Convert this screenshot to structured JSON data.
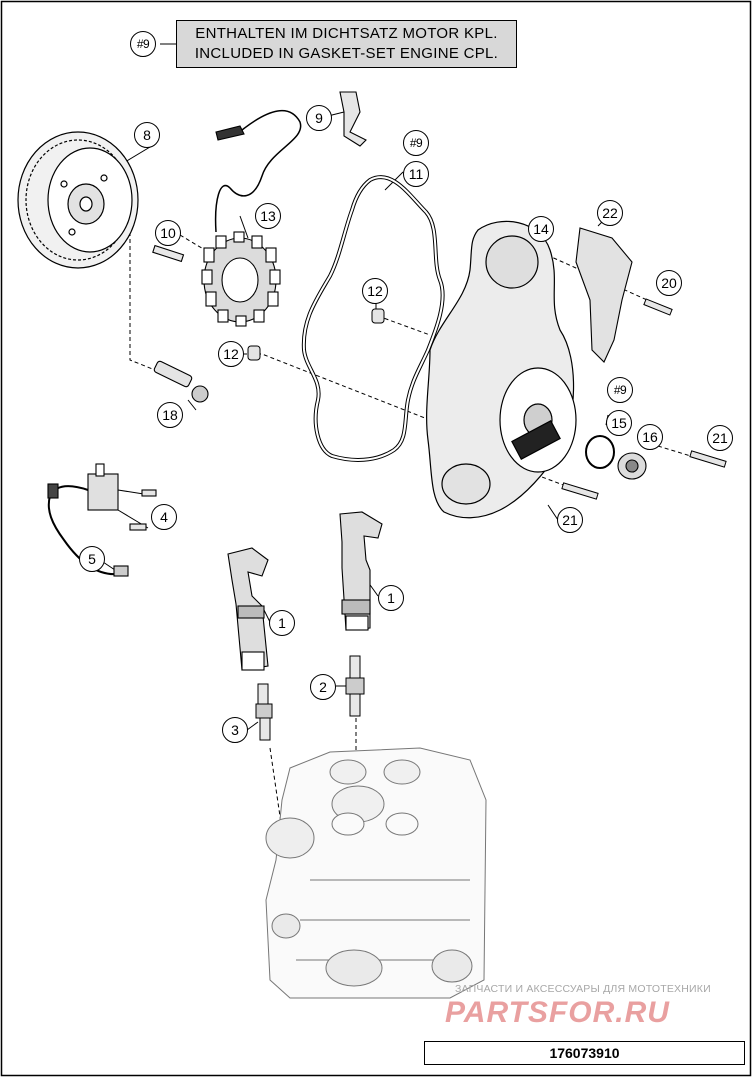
{
  "header_note": {
    "ref": "#9",
    "line1": "ENTHALTEN IM DICHTSATZ MOTOR KPL.",
    "line2": "INCLUDED IN GASKET-SET ENGINE CPL."
  },
  "callouts": {
    "c8": "8",
    "c9": "9",
    "c9b": "#9",
    "c11": "11",
    "c10": "10",
    "c13": "13",
    "c14": "14",
    "c22": "22",
    "c12a": "12",
    "c12b": "12",
    "c20": "20",
    "c9c": "#9",
    "c15": "15",
    "c16": "16",
    "c21a": "21",
    "c18": "18",
    "c4": "4",
    "c21b": "21",
    "c5": "5",
    "c1a": "1",
    "c1b": "1",
    "c2": "2",
    "c3": "3"
  },
  "watermark": {
    "text": "ЗАПЧАСТИ И АКСЕССУАРЫ ДЛЯ МОТОТЕХНИКИ",
    "logo": "PARTSFOR.RU"
  },
  "diagram_code": "176073910"
}
